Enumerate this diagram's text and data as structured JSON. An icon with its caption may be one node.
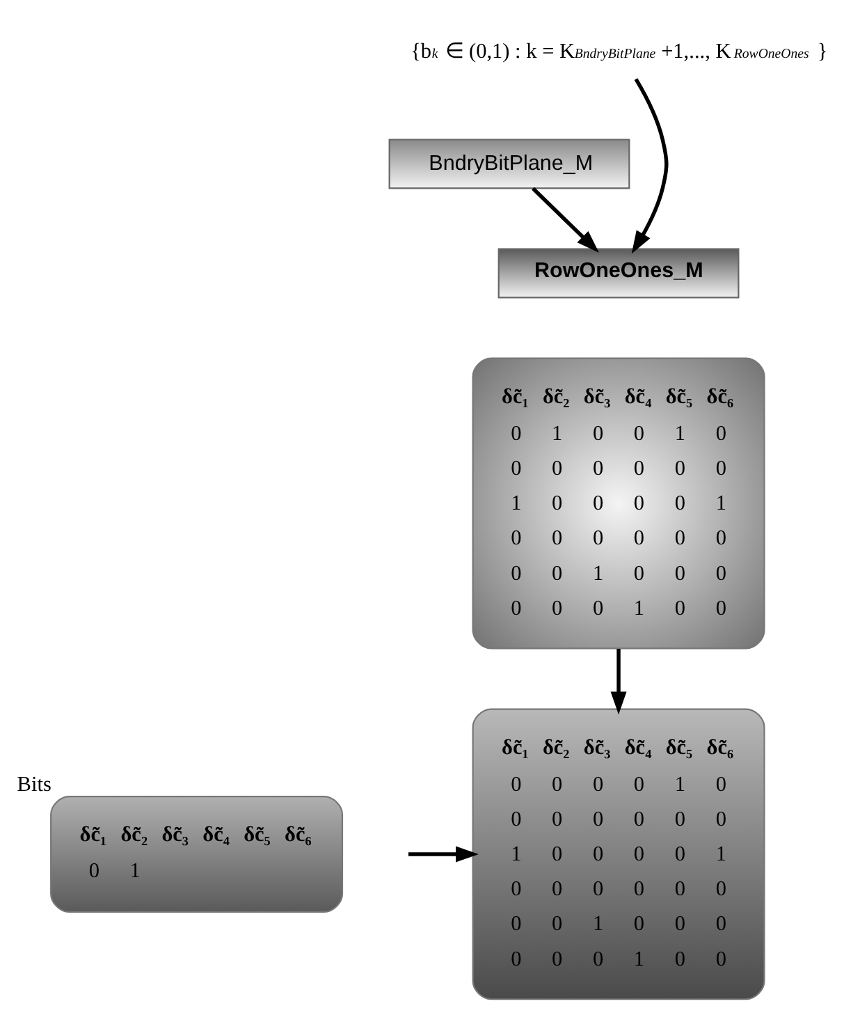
{
  "diagram": {
    "nodes": [
      {
        "text": [
          "{b$_{k}$ ∈ (0,1) : k = K$_{BndryBitPlane}$ +1,..., K$_{RowOneOnes}$ }"
        ]
      },
      {
        "text": [
          "BndryBitPlane_M"
        ]
      },
      {
        "text": [
          "RowOneOnes_M"
        ]
      },
      {
        "text": [
          "δc̃₁ δc̃₂ δc̃₃ δc̃₄ δc̃₅ δc̃₆",
          "0 1 0 0 1 0",
          "0 0 0 0 0 0",
          "1 0 0 0 0 1",
          "0 0 0 0 0 0",
          "0 0 1 0 0 0",
          "0 0 0 1 0 0"
        ]
      },
      {
        "text": [
          "δc̃₁ δc̃₂ δc̃₃ δc̃₄ δc̃₅ δc̃₆",
          "0 1"
        ],
        "beside": [
          "Bits"
        ]
      },
      {
        "text": [
          "δc̃₁ δc̃₂ δc̃₃ δc̃₄ δc̃₅ δc̃₆",
          "0 0 0 0 1 0",
          "0 0 0 0 0 0",
          "1 0 0 0 0 1",
          "0 0 0 0 0 0",
          "0 0 1 0 0 0",
          "0 0 0 1 0 0"
        ]
      }
    ],
    "edges": [
      {
        "from": 0,
        "to": 2,
        "arrow": "to"
      },
      {
        "from": 1,
        "to": 2,
        "arrow": "to"
      },
      {
        "from": 3,
        "to": 5,
        "arrow": "to"
      },
      {
        "from": null,
        "to": 5,
        "arrow": "to"
      }
    ]
  }
}
